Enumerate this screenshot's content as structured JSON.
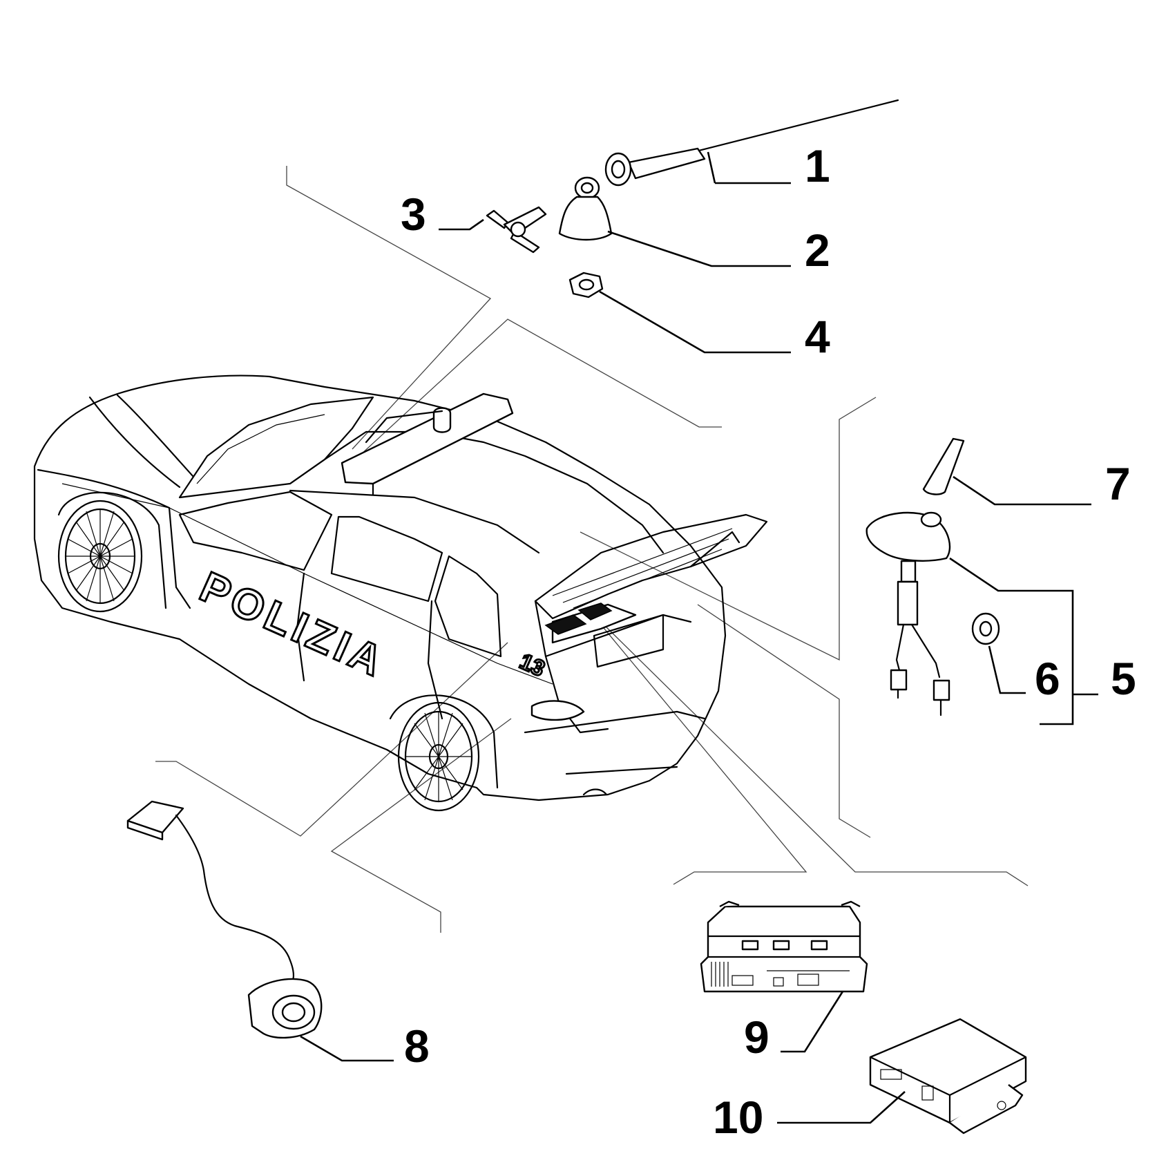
{
  "callouts": [
    "1",
    "2",
    "3",
    "4",
    "5",
    "6",
    "7",
    "8",
    "9",
    "10"
  ],
  "car": {
    "door_text": "POLIZIA",
    "fender_number": "13"
  },
  "colors": {
    "line": "#000000",
    "background": "#ffffff"
  }
}
